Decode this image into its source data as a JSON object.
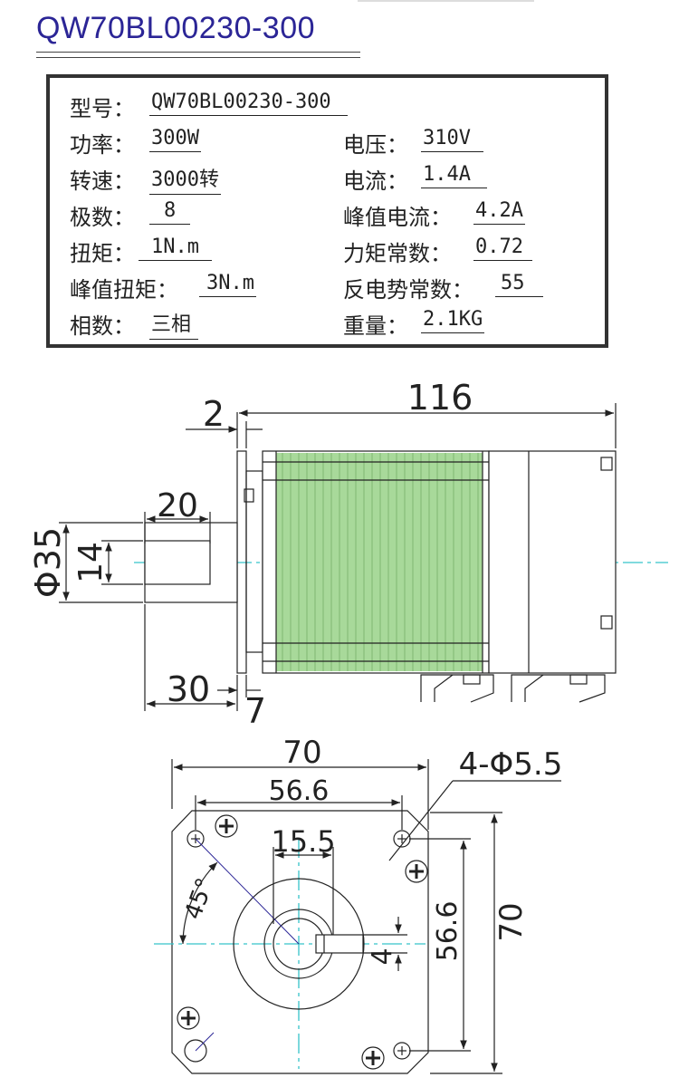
{
  "title": "QW70BL00230-300",
  "spec": {
    "model_label": "型号：",
    "model_value": "QW70BL00230-300",
    "power_label": "功率：",
    "power_value": "300W",
    "voltage_label": "电压：",
    "voltage_value": "310V",
    "speed_label": "转速：",
    "speed_value": "3000转",
    "current_label": "电流：",
    "current_value": "1.4A",
    "poles_label": "极数：",
    "poles_value": "8",
    "peak_current_label": "峰值电流：",
    "peak_current_value": "4.2A",
    "torque_label": "扭矩：",
    "torque_value": "1N.m",
    "torque_const_label": "力矩常数：",
    "torque_const_value": "0.72",
    "peak_torque_label": "峰值扭矩：",
    "peak_torque_value": "3N.m",
    "back_emf_label": "反电势常数：",
    "back_emf_value": "55",
    "phases_label": "相数：",
    "phases_value": "三相",
    "weight_label": "重量：",
    "weight_value": "2.1KG"
  },
  "side_view": {
    "dim_length": "116",
    "dim_flange": "2",
    "dim_shaft_len": "20",
    "dim_diameter": "Φ35",
    "dim_shaft_dia": "14",
    "dim_shaft_total": "30",
    "dim_boss": "7"
  },
  "front_view": {
    "dim_width": "70",
    "dim_hole_spacing": "56.6",
    "dim_holes": "4-Φ5.5",
    "dim_key_width": "15.5",
    "dim_angle": "45°",
    "dim_key_height": "4",
    "dim_hole_spacing_v": "56.6",
    "dim_height": "70"
  },
  "colors": {
    "title": "#2b2596",
    "lamination": "#a8d99a",
    "centerline": "#36c3c9",
    "diagonal": "#2b2596"
  }
}
